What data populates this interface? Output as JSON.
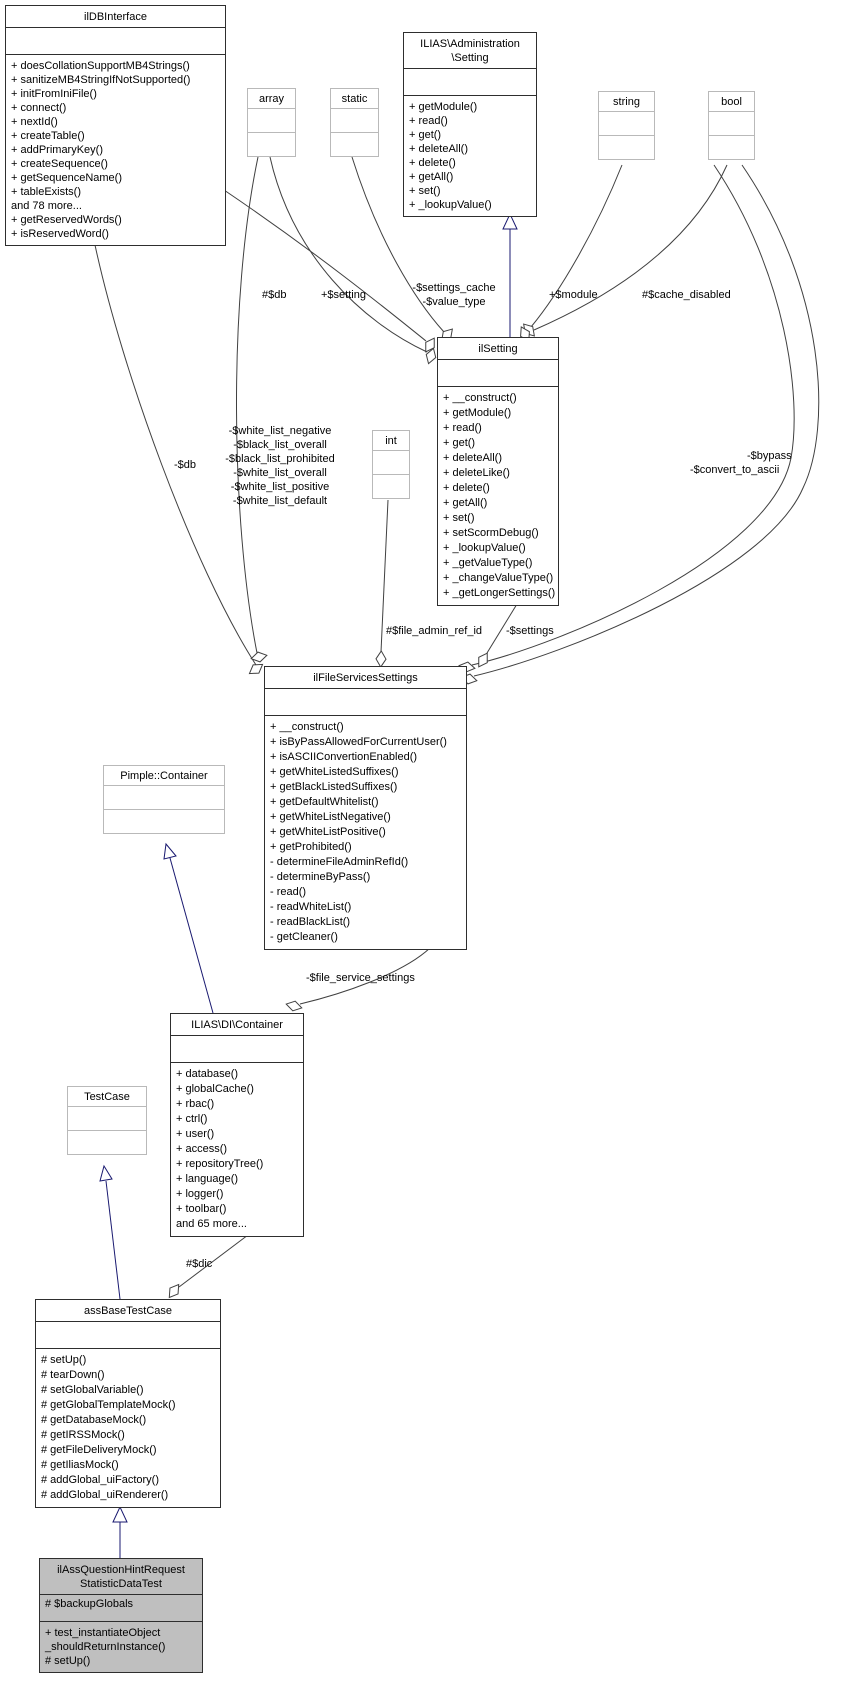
{
  "colors": {
    "inheritance_edge": "#191970",
    "association_edge": "#404040",
    "current_node_fill": "#bfbfbf",
    "external_box_border": "#b9b9b9"
  },
  "classes": {
    "ildbinterface": {
      "title": "ilDBInterface",
      "methods": [
        "+ doesCollationSupportMB4Strings()",
        "+ sanitizeMB4StringIfNotSupported()",
        "+ initFromIniFile()",
        "+ connect()",
        "+ nextId()",
        "+ createTable()",
        "+ addPrimaryKey()",
        "+ createSequence()",
        "+ getSequenceName()",
        "+ tableExists()",
        "and 78 more...",
        "+ getReservedWords()",
        "+ isReservedWord()"
      ]
    },
    "admin_setting": {
      "title_lines": [
        "ILIAS\\Administration",
        "\\Setting"
      ],
      "methods": [
        "+ getModule()",
        "+ read()",
        "+ get()",
        "+ deleteAll()",
        "+ delete()",
        "+ getAll()",
        "+ set()",
        "+ _lookupValue()"
      ]
    },
    "ilsetting": {
      "title": "ilSetting",
      "methods": [
        "+ __construct()",
        "+ getModule()",
        "+ read()",
        "+ get()",
        "+ deleteAll()",
        "+ deleteLike()",
        "+ delete()",
        "+ getAll()",
        "+ set()",
        "+ setScormDebug()",
        "+ _lookupValue()",
        "+ _getValueType()",
        "+ _changeValueType()",
        "+ _getLongerSettings()"
      ]
    },
    "filesettings": {
      "title": "ilFileServicesSettings",
      "methods": [
        "+ __construct()",
        "+ isByPassAllowedForCurrentUser()",
        "+ isASCIIConvertionEnabled()",
        "+ getWhiteListedSuffixes()",
        "+ getBlackListedSuffixes()",
        "+ getDefaultWhitelist()",
        "+ getWhiteListNegative()",
        "+ getWhiteListPositive()",
        "+ getProhibited()",
        "- determineFileAdminRefId()",
        "- determineByPass()",
        "- read()",
        "- readWhiteList()",
        "- readBlackList()",
        "- getCleaner()"
      ]
    },
    "pimple": {
      "title": "Pimple::Container"
    },
    "dicontainer": {
      "title": "ILIAS\\DI\\Container",
      "methods": [
        "+ database()",
        "+ globalCache()",
        "+ rbac()",
        "+ ctrl()",
        "+ user()",
        "+ access()",
        "+ repositoryTree()",
        "+ language()",
        "+ logger()",
        "+ toolbar()",
        "and 65 more..."
      ]
    },
    "testcase": {
      "title": "TestCase"
    },
    "assbase": {
      "title": "assBaseTestCase",
      "methods": [
        "# setUp()",
        "# tearDown()",
        "# setGlobalVariable()",
        "# getGlobalTemplateMock()",
        "# getDatabaseMock()",
        "# getIRSSMock()",
        "# getFileDeliveryMock()",
        "# getIliasMock()",
        "# addGlobal_uiFactory()",
        "# addGlobal_uiRenderer()"
      ]
    },
    "current": {
      "title_lines": [
        "ilAssQuestionHintRequest",
        "StatisticDataTest"
      ],
      "attrs": [
        "# $backupGlobals"
      ],
      "methods": [
        "+ test_instantiateObject",
        "_shouldReturnInstance()",
        "# setUp()"
      ]
    }
  },
  "types": {
    "array": "array",
    "static": "static",
    "string": "string",
    "bool": "bool",
    "int": "int"
  },
  "edge_labels": {
    "db_setting": "#$db",
    "setting_member": "+$setting",
    "settings_cache_lines": [
      "-$settings_cache",
      "-$value_type"
    ],
    "module": "+$module",
    "cache_disabled": "#$cache_disabled",
    "db_filesettings": "-$db",
    "white_list_lines": [
      "-$white_list_negative",
      "-$black_list_overall",
      "-$black_list_prohibited",
      "-$white_list_overall",
      "-$white_list_positive",
      "-$white_list_default"
    ],
    "file_admin_ref_id": "#$file_admin_ref_id",
    "settings": "-$settings",
    "bypass": "-$bypass",
    "convert_to_ascii": "-$convert_to_ascii",
    "file_service_settings": "-$file_service_settings",
    "dic": "#$dic"
  }
}
